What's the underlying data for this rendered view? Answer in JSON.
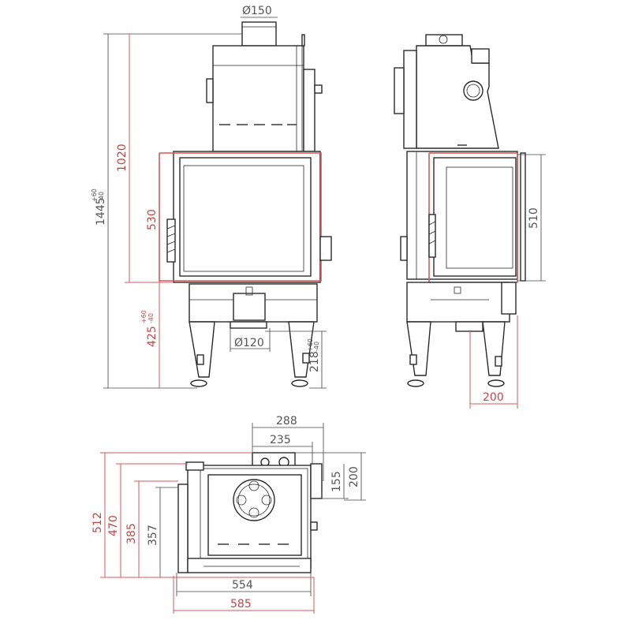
{
  "dimensions": {
    "flue_diameter": "Ø150",
    "total_height": "1445",
    "total_height_tol_plus": "+60",
    "total_height_tol_minus": "-40",
    "height_1020": "1020",
    "door_height": "530",
    "base_height": "425",
    "base_tol_plus": "+60",
    "base_tol_minus": "-40",
    "air_inlet_diameter": "Ø120",
    "air_inlet_height": "218",
    "air_tol_plus": "+60",
    "air_tol_minus": "-40",
    "side_glass_height": "510",
    "side_offset": "200",
    "top_288": "288",
    "top_235": "235",
    "top_155": "155",
    "top_200": "200",
    "depth_512": "512",
    "depth_470": "470",
    "depth_385": "385",
    "depth_357": "357",
    "width_554": "554",
    "width_585": "585"
  },
  "colors": {
    "outline": "#2a2a2a",
    "red_dimension": "#d45a5a",
    "dark_dimension": "#444444"
  }
}
